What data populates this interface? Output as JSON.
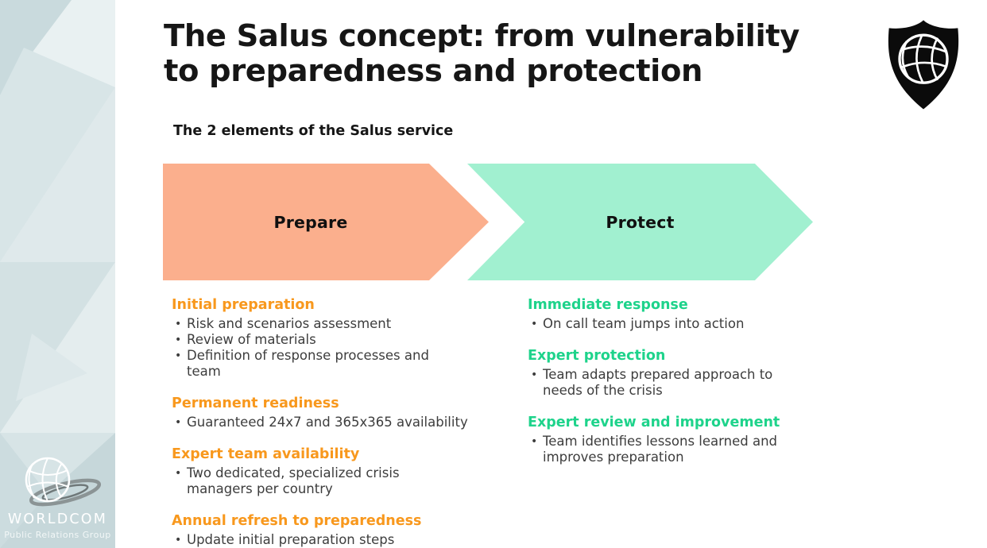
{
  "header": {
    "title_line1": "The Salus concept: from vulnerability",
    "title_line2": "to preparedness and protection",
    "subtitle": "The 2 elements of the Salus service"
  },
  "arrows": [
    {
      "label": "Prepare",
      "color": "#FBAF8D"
    },
    {
      "label": "Protect",
      "color": "#A1F0D0"
    }
  ],
  "columns": [
    {
      "accent": "#F8981D",
      "groups": [
        {
          "heading": "Initial preparation",
          "bullets": [
            [
              "Risk and scenarios assessment"
            ],
            [
              "Review of materials"
            ],
            [
              "Definition of response processes and",
              "team"
            ]
          ]
        },
        {
          "heading": "Permanent readiness",
          "bullets": [
            [
              "Guaranteed 24x7 and 365x365 availability"
            ]
          ]
        },
        {
          "heading": "Expert team availability",
          "bullets": [
            [
              "Two dedicated, specialized crisis",
              "managers per country"
            ]
          ]
        },
        {
          "heading": "Annual refresh to preparedness",
          "bullets": [
            [
              "Update initial preparation steps"
            ]
          ]
        }
      ]
    },
    {
      "accent": "#1ED38B",
      "groups": [
        {
          "heading": "Immediate response",
          "bullets": [
            [
              "On call team jumps into action"
            ]
          ]
        },
        {
          "heading": "Expert protection",
          "bullets": [
            [
              "Team adapts prepared approach to",
              "needs of the crisis"
            ]
          ]
        },
        {
          "heading": "Expert review and improvement",
          "bullets": [
            [
              "Team identifies lessons learned and",
              "improves preparation"
            ]
          ]
        }
      ]
    }
  ],
  "logos": {
    "worldcom": {
      "name": "WORLDCOM",
      "tagline": "Public Relations Group"
    },
    "shield_icon": "shield-globe-icon"
  },
  "colors": {
    "title_text": "#161616",
    "body_text": "#3D3D3D",
    "band_base": "#DFE9EB",
    "shield_fill": "#0B0B0B"
  }
}
